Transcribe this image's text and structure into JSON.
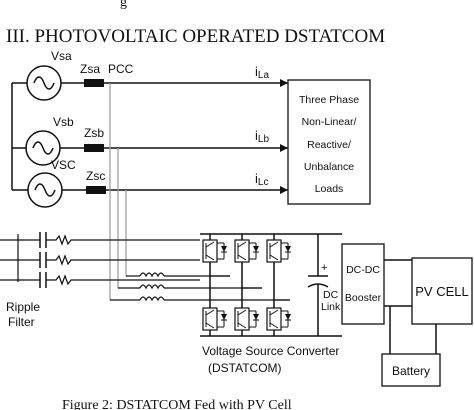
{
  "section_heading": "III.  PHOTOVOLTAIC OPERATED DSTATCOM",
  "top_partial_text": "g",
  "sources": [
    "Vsa",
    "Vsb",
    "VSC"
  ],
  "impedances": [
    "Zsa",
    "Zsb",
    "Zsc"
  ],
  "pcc_label": "PCC",
  "load_currents": [
    {
      "main": "i",
      "sub": "La"
    },
    {
      "main": "i",
      "sub": "Lb"
    },
    {
      "main": "i",
      "sub": "Lc"
    }
  ],
  "load_box": [
    "Three Phase",
    "Non-Linear/",
    "Reactive/",
    "Unbalance",
    "Loads"
  ],
  "ripple_filter": [
    "Ripple",
    "Filter"
  ],
  "dc_link": [
    "DC",
    "Link"
  ],
  "dc_link_sign": "+",
  "booster": [
    "DC-DC",
    "Booster"
  ],
  "pv_cell": "PV CELL",
  "battery": "Battery",
  "vsc_caption": [
    "Voltage Source Converter",
    "(DSTATCOM)"
  ],
  "figure_caption": "Figure  2:  DSTATCOM Fed with PV Cell"
}
